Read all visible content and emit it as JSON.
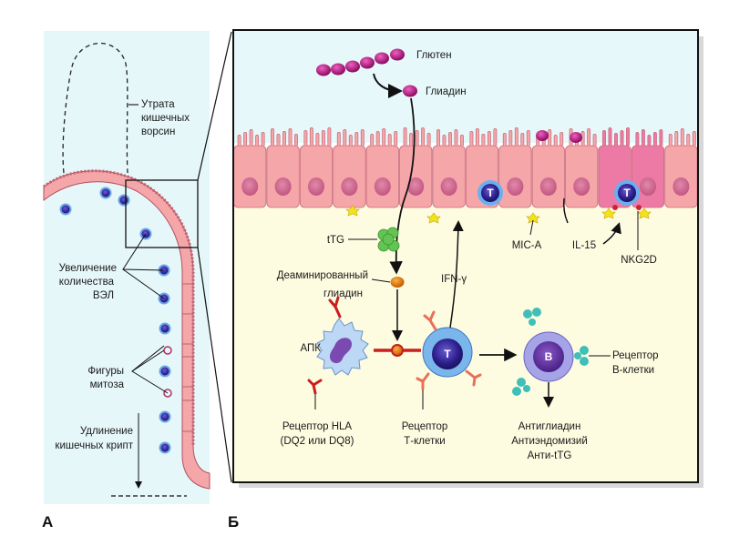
{
  "panels": {
    "a_label": "А",
    "b_label": "Б"
  },
  "panel_a": {
    "villi_loss": [
      "Утрата",
      "кишечных",
      "ворсин"
    ],
    "iel_increase": [
      "Увеличение",
      "количества",
      "ВЭЛ"
    ],
    "mitosis": [
      "Фигуры",
      "митоза"
    ],
    "crypt_elongation": [
      "Удлинение",
      "кишечных крипт"
    ]
  },
  "panel_b": {
    "gluten": "Глютен",
    "gliadin": "Глиадин",
    "ttg": "tTG",
    "deamidated": [
      "Деаминированный",
      "глиадин"
    ],
    "ifn": "IFN-γ",
    "mica": "MIC-A",
    "il15": "IL-15",
    "nkg2d": "NKG2D",
    "apc": "АПК",
    "hla_receptor": [
      "Рецептор HLA",
      "(DQ2 или DQ8)"
    ],
    "t_receptor": [
      "Рецептор",
      "Т-клетки"
    ],
    "b_receptor": [
      "Рецептор",
      "В-клетки"
    ],
    "antibodies": [
      "Антиглиадин",
      "Антиэндомизий",
      "Анти-tTG"
    ],
    "t_cell_letter": "T",
    "b_cell_letter": "B"
  },
  "colors": {
    "lumen": "#e6f8fa",
    "lamina": "#fdfbe0",
    "epithelium": "#f4a6a8",
    "gluten": "#b0127a",
    "t_cell": "#2c2a8c",
    "b_cell": "#5a2d91",
    "ttg": "#5ec04c",
    "receptor_red": "#c81e1e",
    "b_receptor": "#3fbfb8",
    "mica": "#f2e21c"
  }
}
